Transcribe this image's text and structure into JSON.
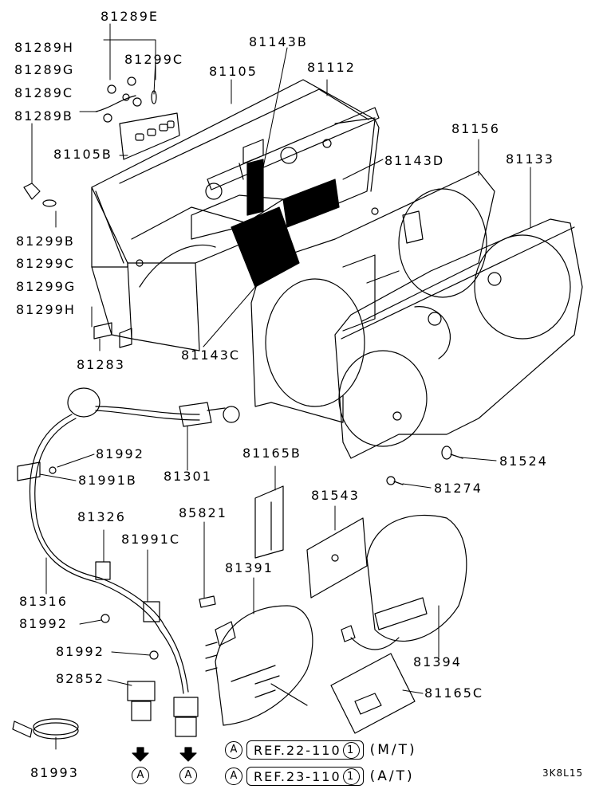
{
  "diagram": {
    "labels": {
      "p81289E": "81289E",
      "p81289H": "81289H",
      "p81289G": "81289G",
      "p81289C": "81289C",
      "p81289B": "81289B",
      "p81299C_top": "81299C",
      "p81143B": "81143B",
      "p81105": "81105",
      "p81112": "81112",
      "p81105B": "81105B",
      "p81156": "81156",
      "p81133": "81133",
      "p81143D": "81143D",
      "p81299B": "81299B",
      "p81299C": "81299C",
      "p81299G": "81299G",
      "p81299H": "81299H",
      "p81283": "81283",
      "p81143C": "81143C",
      "p81992_a": "81992",
      "p81991B": "81991B",
      "p81301": "81301",
      "p81165B": "81165B",
      "p81524": "81524",
      "p81274": "81274",
      "p81326": "81326",
      "p85821": "85821",
      "p81543": "81543",
      "p81991C": "81991C",
      "p81391": "81391",
      "p81316": "81316",
      "p81992_b": "81992",
      "p81992_c": "81992",
      "p82852": "82852",
      "p81394": "81394",
      "p81165C": "81165C",
      "p81993": "81993"
    },
    "references": [
      {
        "marker": "A",
        "ref": "REF.22-110",
        "num": "1",
        "variant": "(M/T)"
      },
      {
        "marker": "A",
        "ref": "REF.23-110",
        "num": "1",
        "variant": "(A/T)"
      }
    ],
    "arrow_markers": [
      "A",
      "A"
    ],
    "drawing_code": "3K8L15"
  }
}
